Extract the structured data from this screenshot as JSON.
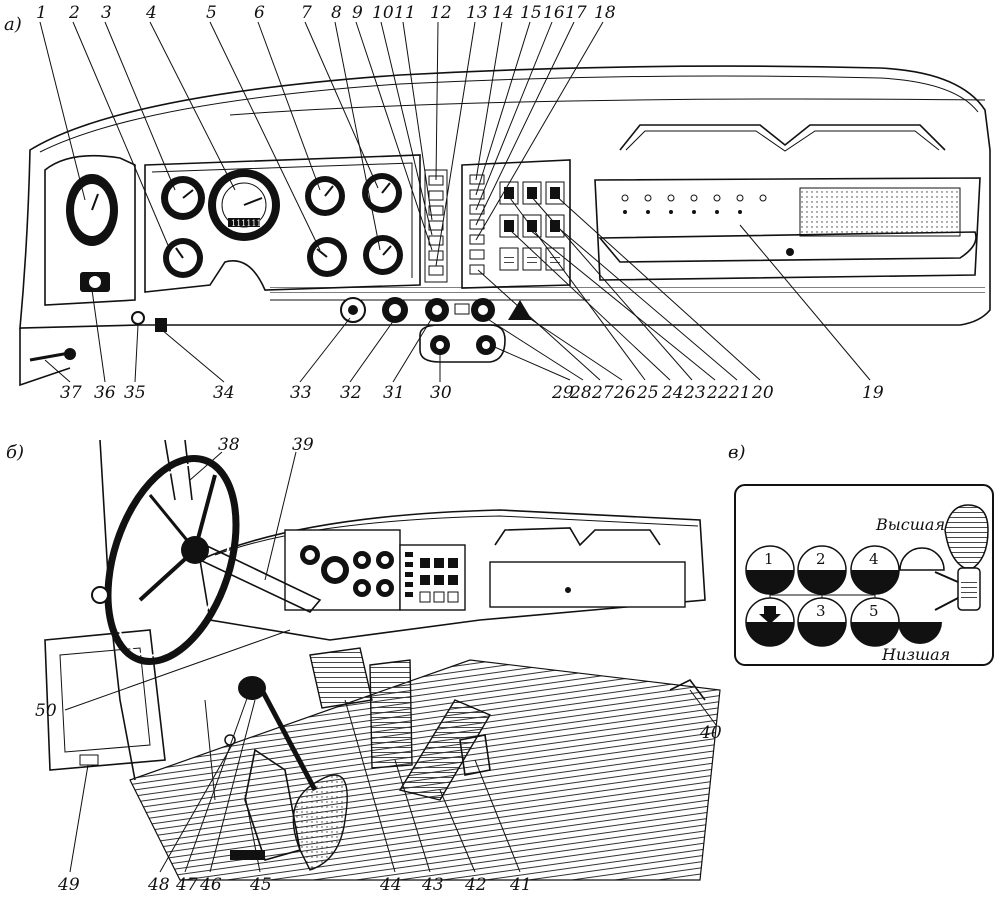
{
  "panels": {
    "a": {
      "label": "а)"
    },
    "b": {
      "label": "б)"
    },
    "c": {
      "label": "в)"
    }
  },
  "labels_a": [
    "1",
    "2",
    "3",
    "4",
    "5",
    "6",
    "7",
    "8",
    "9",
    "10",
    "11",
    "12",
    "13",
    "14",
    "15",
    "16",
    "17",
    "18",
    "19",
    "20",
    "21",
    "22",
    "23",
    "24",
    "25",
    "26",
    "27",
    "28",
    "29",
    "30",
    "31",
    "32",
    "33",
    "34",
    "35",
    "36",
    "37"
  ],
  "labels_b": [
    "38",
    "39",
    "40",
    "41",
    "42",
    "43",
    "44",
    "45",
    "46",
    "47",
    "48",
    "49",
    "50"
  ],
  "gearbox": {
    "gears": [
      "1",
      "2",
      "3",
      "4",
      "5"
    ],
    "high": "Высшая",
    "low": "Низшая"
  },
  "gauge_text": "111111"
}
